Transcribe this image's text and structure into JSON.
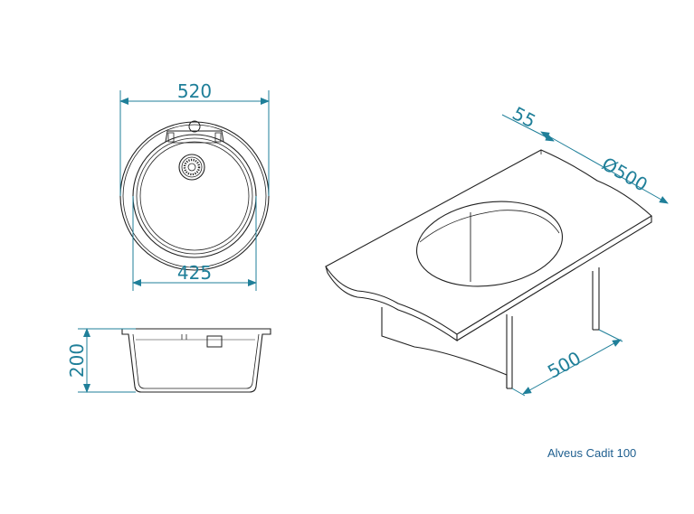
{
  "dimensions": {
    "top_width": "520",
    "bowl_width": "425",
    "depth": "200",
    "cutout_margin": "55",
    "cutout_diameter": "Ø500",
    "cabinet_width": "500"
  },
  "caption": "Alveus Cadit 100",
  "colors": {
    "dimension": "#1f7f99",
    "outline": "#222222",
    "background": "#ffffff"
  }
}
